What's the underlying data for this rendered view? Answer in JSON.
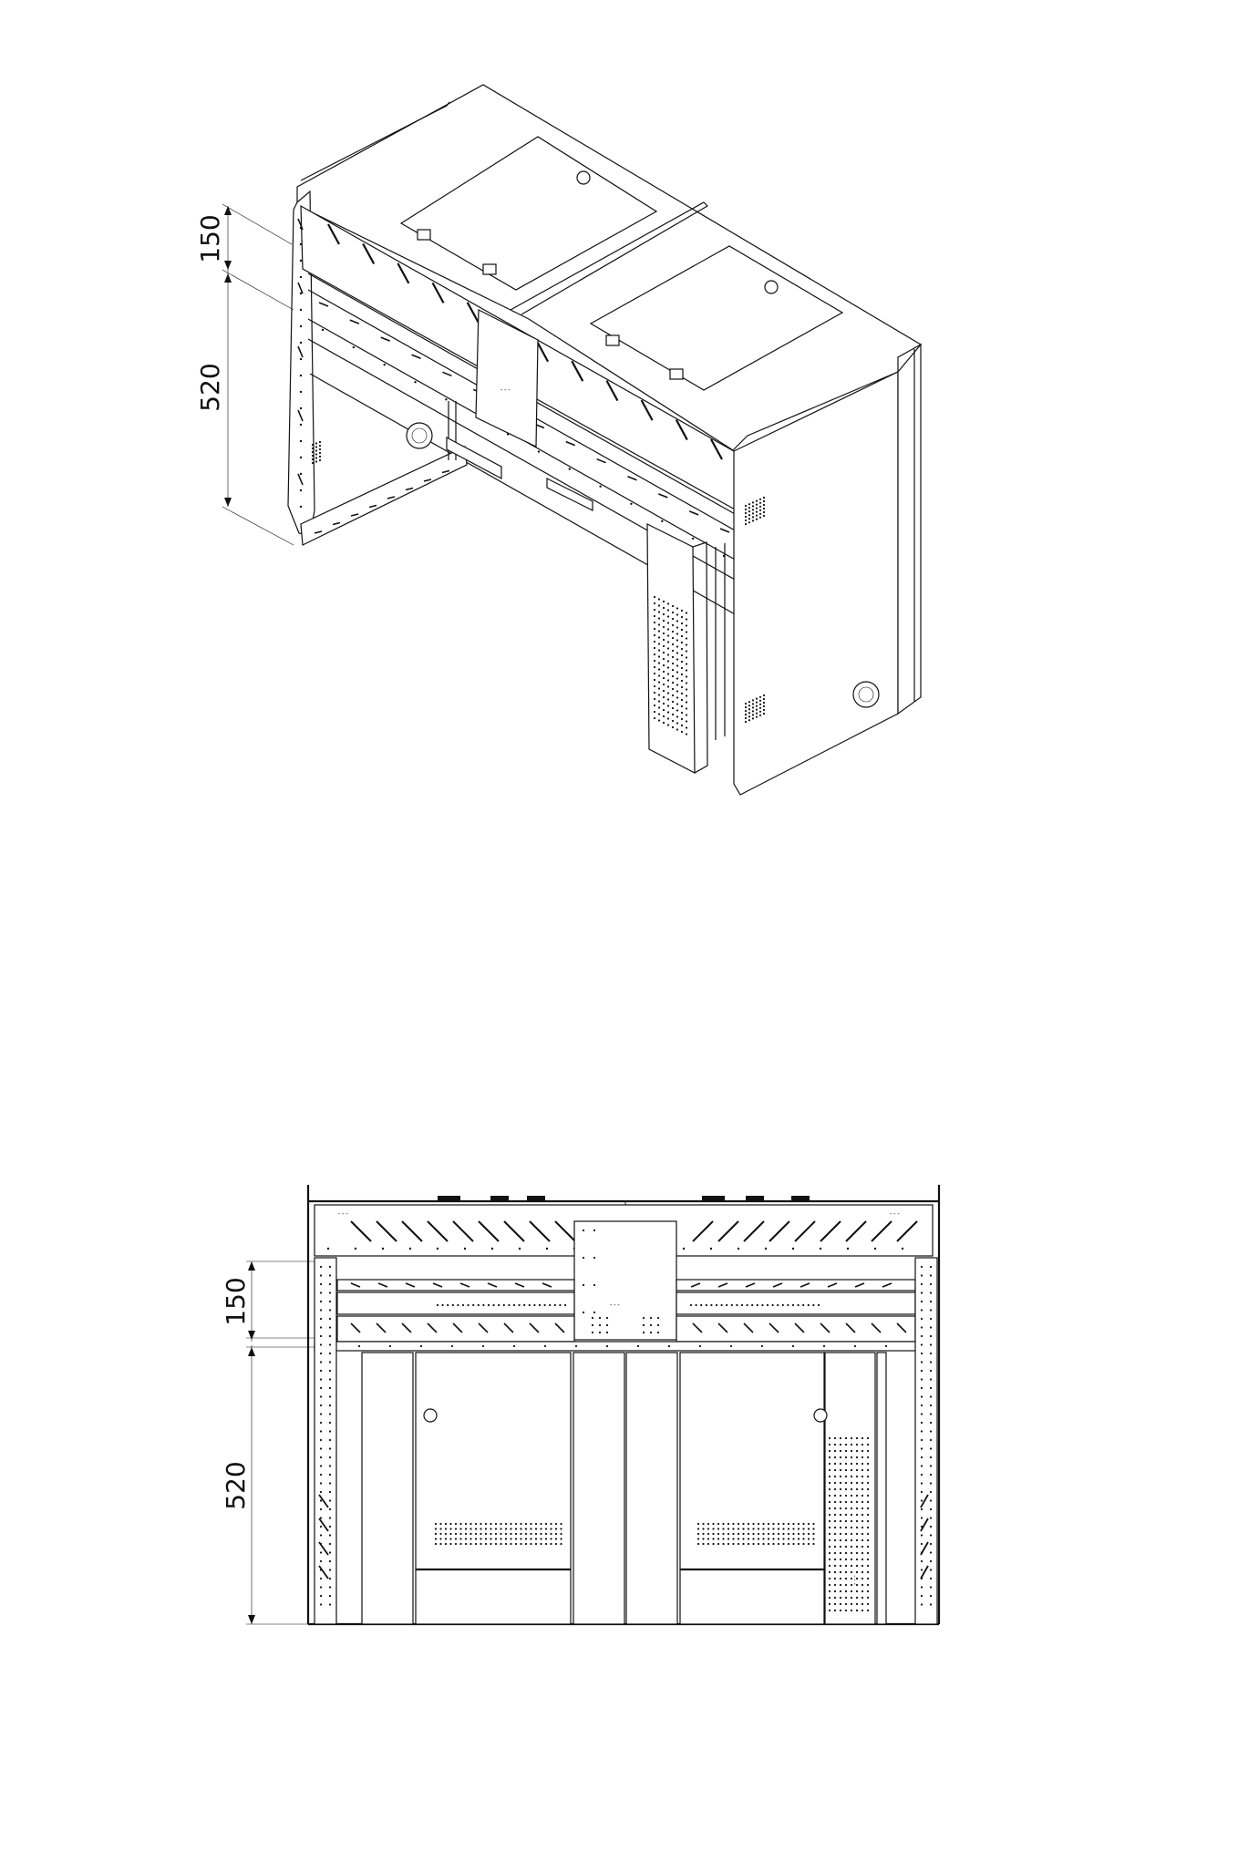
{
  "dimensions": {
    "iso_height_top": "150",
    "iso_height_bottom": "520",
    "front_height_top": "150",
    "front_height_bottom": "520"
  },
  "colors": {
    "line": "#111111",
    "background": "#ffffff"
  }
}
